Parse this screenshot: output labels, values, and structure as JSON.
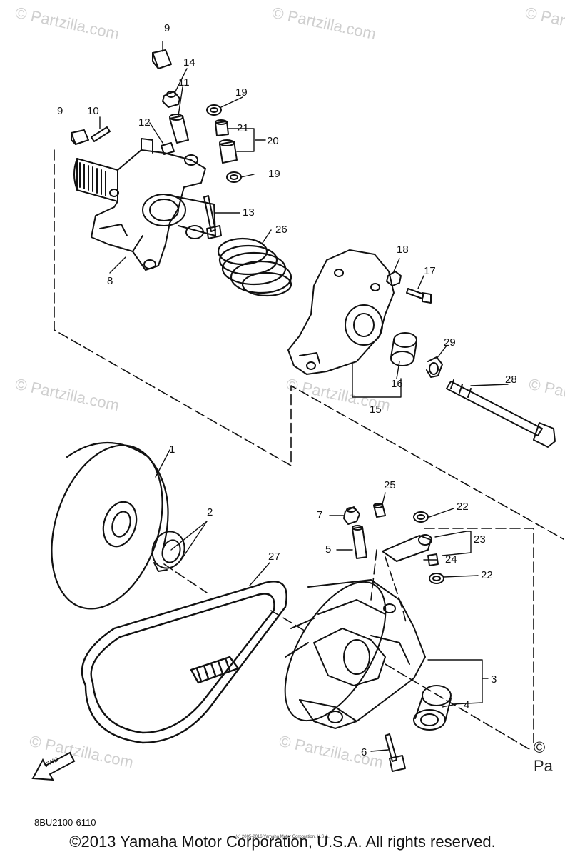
{
  "diagram": {
    "code": "8BU2100-6110",
    "copyright": "©2013 Yamaha Motor Corporation, U.S.A. All rights reserved.",
    "small_copyright": "(c) 2005-2016 Yamaha Motor Corporation, U.S.A.",
    "edge_watermark": "© Pa",
    "fwd_label": "FWD",
    "watermark": "© Partzilla.com",
    "callouts": [
      {
        "id": "9a",
        "label": "9"
      },
      {
        "id": "14",
        "label": "14"
      },
      {
        "id": "11",
        "label": "11"
      },
      {
        "id": "19a",
        "label": "19"
      },
      {
        "id": "9b",
        "label": "9"
      },
      {
        "id": "10",
        "label": "10"
      },
      {
        "id": "12",
        "label": "12"
      },
      {
        "id": "21",
        "label": "21"
      },
      {
        "id": "20",
        "label": "20"
      },
      {
        "id": "19b",
        "label": "19"
      },
      {
        "id": "13",
        "label": "13"
      },
      {
        "id": "26",
        "label": "26"
      },
      {
        "id": "8",
        "label": "8"
      },
      {
        "id": "18",
        "label": "18"
      },
      {
        "id": "17",
        "label": "17"
      },
      {
        "id": "29",
        "label": "29"
      },
      {
        "id": "16",
        "label": "16"
      },
      {
        "id": "28",
        "label": "28"
      },
      {
        "id": "15",
        "label": "15"
      },
      {
        "id": "1",
        "label": "1"
      },
      {
        "id": "25",
        "label": "25"
      },
      {
        "id": "7",
        "label": "7"
      },
      {
        "id": "22a",
        "label": "22"
      },
      {
        "id": "2",
        "label": "2"
      },
      {
        "id": "5",
        "label": "5"
      },
      {
        "id": "23",
        "label": "23"
      },
      {
        "id": "27",
        "label": "27"
      },
      {
        "id": "24",
        "label": "24"
      },
      {
        "id": "22b",
        "label": "22"
      },
      {
        "id": "3",
        "label": "3"
      },
      {
        "id": "4",
        "label": "4"
      },
      {
        "id": "6",
        "label": "6"
      }
    ]
  }
}
